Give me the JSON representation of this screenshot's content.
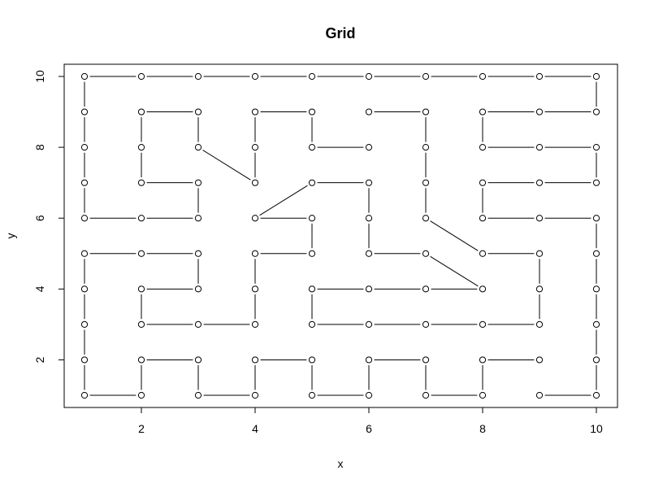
{
  "chart_data": {
    "type": "scatter",
    "title": "Grid",
    "xlabel": "x",
    "ylabel": "y",
    "xlim": [
      1,
      10
    ],
    "ylim": [
      1,
      10
    ],
    "xticks": [
      2,
      4,
      6,
      8,
      10
    ],
    "yticks": [
      2,
      4,
      6,
      8,
      10
    ],
    "grid": false,
    "legend": "none",
    "point_style": "open-circle",
    "line_color": "#000000",
    "points_grid": {
      "x": [
        1,
        2,
        3,
        4,
        5,
        6,
        7,
        8,
        9,
        10
      ],
      "y": [
        1,
        2,
        3,
        4,
        5,
        6,
        7,
        8,
        9,
        10
      ]
    },
    "segments": [
      [
        [
          1,
          10
        ],
        [
          2,
          10
        ]
      ],
      [
        [
          2,
          10
        ],
        [
          3,
          10
        ]
      ],
      [
        [
          3,
          10
        ],
        [
          4,
          10
        ]
      ],
      [
        [
          4,
          10
        ],
        [
          5,
          10
        ]
      ],
      [
        [
          5,
          10
        ],
        [
          6,
          10
        ]
      ],
      [
        [
          6,
          10
        ],
        [
          7,
          10
        ]
      ],
      [
        [
          7,
          10
        ],
        [
          8,
          10
        ]
      ],
      [
        [
          8,
          10
        ],
        [
          9,
          10
        ]
      ],
      [
        [
          9,
          10
        ],
        [
          10,
          10
        ]
      ],
      [
        [
          2,
          9
        ],
        [
          3,
          9
        ]
      ],
      [
        [
          4,
          9
        ],
        [
          5,
          9
        ]
      ],
      [
        [
          6,
          9
        ],
        [
          7,
          9
        ]
      ],
      [
        [
          8,
          9
        ],
        [
          9,
          9
        ]
      ],
      [
        [
          9,
          9
        ],
        [
          10,
          9
        ]
      ],
      [
        [
          5,
          8
        ],
        [
          6,
          8
        ]
      ],
      [
        [
          8,
          8
        ],
        [
          9,
          8
        ]
      ],
      [
        [
          9,
          8
        ],
        [
          10,
          8
        ]
      ],
      [
        [
          2,
          7
        ],
        [
          3,
          7
        ]
      ],
      [
        [
          5,
          7
        ],
        [
          6,
          7
        ]
      ],
      [
        [
          8,
          7
        ],
        [
          9,
          7
        ]
      ],
      [
        [
          9,
          7
        ],
        [
          10,
          7
        ]
      ],
      [
        [
          1,
          6
        ],
        [
          2,
          6
        ]
      ],
      [
        [
          2,
          6
        ],
        [
          3,
          6
        ]
      ],
      [
        [
          4,
          6
        ],
        [
          5,
          6
        ]
      ],
      [
        [
          8,
          6
        ],
        [
          9,
          6
        ]
      ],
      [
        [
          9,
          6
        ],
        [
          10,
          6
        ]
      ],
      [
        [
          1,
          5
        ],
        [
          2,
          5
        ]
      ],
      [
        [
          2,
          5
        ],
        [
          3,
          5
        ]
      ],
      [
        [
          4,
          5
        ],
        [
          5,
          5
        ]
      ],
      [
        [
          6,
          5
        ],
        [
          7,
          5
        ]
      ],
      [
        [
          8,
          5
        ],
        [
          9,
          5
        ]
      ],
      [
        [
          2,
          4
        ],
        [
          3,
          4
        ]
      ],
      [
        [
          5,
          4
        ],
        [
          6,
          4
        ]
      ],
      [
        [
          6,
          4
        ],
        [
          7,
          4
        ]
      ],
      [
        [
          7,
          4
        ],
        [
          8,
          4
        ]
      ],
      [
        [
          2,
          3
        ],
        [
          3,
          3
        ]
      ],
      [
        [
          3,
          3
        ],
        [
          4,
          3
        ]
      ],
      [
        [
          5,
          3
        ],
        [
          6,
          3
        ]
      ],
      [
        [
          6,
          3
        ],
        [
          7,
          3
        ]
      ],
      [
        [
          7,
          3
        ],
        [
          8,
          3
        ]
      ],
      [
        [
          8,
          3
        ],
        [
          9,
          3
        ]
      ],
      [
        [
          2,
          2
        ],
        [
          3,
          2
        ]
      ],
      [
        [
          4,
          2
        ],
        [
          5,
          2
        ]
      ],
      [
        [
          6,
          2
        ],
        [
          7,
          2
        ]
      ],
      [
        [
          8,
          2
        ],
        [
          9,
          2
        ]
      ],
      [
        [
          1,
          1
        ],
        [
          2,
          1
        ]
      ],
      [
        [
          3,
          1
        ],
        [
          4,
          1
        ]
      ],
      [
        [
          5,
          1
        ],
        [
          6,
          1
        ]
      ],
      [
        [
          7,
          1
        ],
        [
          8,
          1
        ]
      ],
      [
        [
          9,
          1
        ],
        [
          10,
          1
        ]
      ],
      [
        [
          1,
          1
        ],
        [
          1,
          2
        ]
      ],
      [
        [
          1,
          2
        ],
        [
          1,
          3
        ]
      ],
      [
        [
          1,
          3
        ],
        [
          1,
          4
        ]
      ],
      [
        [
          1,
          4
        ],
        [
          1,
          5
        ]
      ],
      [
        [
          1,
          6
        ],
        [
          1,
          7
        ]
      ],
      [
        [
          1,
          7
        ],
        [
          1,
          8
        ]
      ],
      [
        [
          1,
          8
        ],
        [
          1,
          9
        ]
      ],
      [
        [
          1,
          9
        ],
        [
          1,
          10
        ]
      ],
      [
        [
          2,
          1
        ],
        [
          2,
          2
        ]
      ],
      [
        [
          2,
          3
        ],
        [
          2,
          4
        ]
      ],
      [
        [
          2,
          7
        ],
        [
          2,
          8
        ]
      ],
      [
        [
          2,
          8
        ],
        [
          2,
          9
        ]
      ],
      [
        [
          3,
          1
        ],
        [
          3,
          2
        ]
      ],
      [
        [
          3,
          4
        ],
        [
          3,
          5
        ]
      ],
      [
        [
          3,
          6
        ],
        [
          3,
          7
        ]
      ],
      [
        [
          3,
          8
        ],
        [
          3,
          9
        ]
      ],
      [
        [
          4,
          1
        ],
        [
          4,
          2
        ]
      ],
      [
        [
          4,
          3
        ],
        [
          4,
          4
        ]
      ],
      [
        [
          4,
          4
        ],
        [
          4,
          5
        ]
      ],
      [
        [
          4,
          7
        ],
        [
          4,
          8
        ]
      ],
      [
        [
          4,
          8
        ],
        [
          4,
          9
        ]
      ],
      [
        [
          5,
          1
        ],
        [
          5,
          2
        ]
      ],
      [
        [
          5,
          3
        ],
        [
          5,
          4
        ]
      ],
      [
        [
          5,
          5
        ],
        [
          5,
          6
        ]
      ],
      [
        [
          5,
          8
        ],
        [
          5,
          9
        ]
      ],
      [
        [
          6,
          1
        ],
        [
          6,
          2
        ]
      ],
      [
        [
          6,
          5
        ],
        [
          6,
          6
        ]
      ],
      [
        [
          6,
          6
        ],
        [
          6,
          7
        ]
      ],
      [
        [
          7,
          1
        ],
        [
          7,
          2
        ]
      ],
      [
        [
          7,
          6
        ],
        [
          7,
          7
        ]
      ],
      [
        [
          7,
          7
        ],
        [
          7,
          8
        ]
      ],
      [
        [
          7,
          8
        ],
        [
          7,
          9
        ]
      ],
      [
        [
          8,
          1
        ],
        [
          8,
          2
        ]
      ],
      [
        [
          8,
          6
        ],
        [
          8,
          7
        ]
      ],
      [
        [
          8,
          8
        ],
        [
          8,
          9
        ]
      ],
      [
        [
          9,
          3
        ],
        [
          9,
          4
        ]
      ],
      [
        [
          9,
          4
        ],
        [
          9,
          5
        ]
      ],
      [
        [
          10,
          1
        ],
        [
          10,
          2
        ]
      ],
      [
        [
          10,
          2
        ],
        [
          10,
          3
        ]
      ],
      [
        [
          10,
          3
        ],
        [
          10,
          4
        ]
      ],
      [
        [
          10,
          4
        ],
        [
          10,
          5
        ]
      ],
      [
        [
          10,
          5
        ],
        [
          10,
          6
        ]
      ],
      [
        [
          10,
          7
        ],
        [
          10,
          8
        ]
      ],
      [
        [
          10,
          9
        ],
        [
          10,
          10
        ]
      ],
      [
        [
          3,
          8
        ],
        [
          4,
          7
        ]
      ],
      [
        [
          4,
          6
        ],
        [
          5,
          7
        ]
      ],
      [
        [
          7,
          6
        ],
        [
          8,
          5
        ]
      ],
      [
        [
          7,
          5
        ],
        [
          8,
          4
        ]
      ]
    ]
  }
}
